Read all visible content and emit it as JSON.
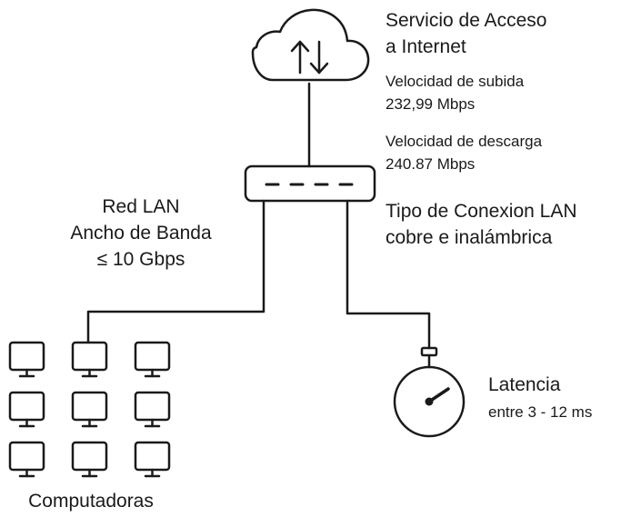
{
  "internet_service": {
    "title_line1": "Servicio de Acceso",
    "title_line2": "a Internet",
    "upload_label": "Velocidad de subida",
    "upload_value": "232,99 Mbps",
    "download_label": "Velocidad de descarga",
    "download_value": "240.87 Mbps"
  },
  "connection": {
    "line1": "Tipo de Conexion LAN",
    "line2": "cobre e inalámbrica"
  },
  "lan": {
    "line1": "Red LAN",
    "line2": "Ancho de Banda",
    "line3": "≤ 10 Gbps"
  },
  "latency": {
    "label": "Latencia",
    "value": "entre 3 - 12 ms"
  },
  "computers": {
    "label": "Computadoras"
  },
  "icons": [
    "cloud-icon",
    "upload-arrow-icon",
    "download-arrow-icon",
    "router-icon",
    "computer-icon",
    "stopwatch-icon"
  ],
  "colors": {
    "line": "#1a1a1a",
    "background": "#ffffff"
  }
}
